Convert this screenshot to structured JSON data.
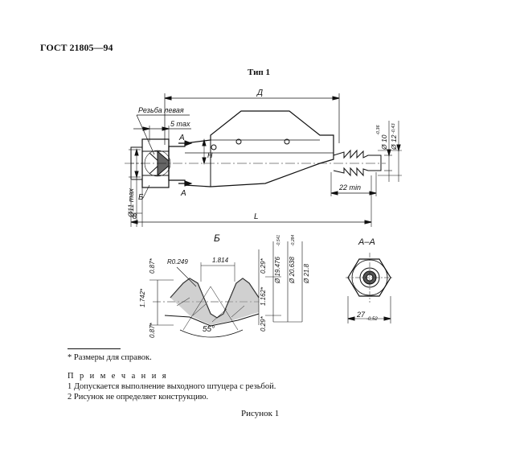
{
  "header": {
    "standard": "ГОСТ 21805—94"
  },
  "figure": {
    "type_label": "Тип 1",
    "caption": "Рисунок 1",
    "labels": {
      "D": "Д",
      "thread_left": "Резьба левая",
      "dim_5max": "5 max",
      "section_A_top": "A",
      "section_A_bottom": "A",
      "H": "H",
      "view_B": "Б",
      "d11max": "Ø11 max",
      "dim_8": "8",
      "L": "L",
      "dim_22min": "22 min",
      "d10": "Ø 10",
      "d10_tol": "-0,36",
      "d12": "Ø 12",
      "d12_tol": "-0,43",
      "detail_B_title": "Б",
      "section_AA_title": "A–A",
      "r0249": "R0.249",
      "p1814": "1.814",
      "d19476": "Ø 19.476",
      "d19476_tol": "-0,541",
      "d20638": "Ø 20.638",
      "d20638_tol": "-0,284",
      "d218": "Ø 21.8",
      "dim_0871_top": "0.87*",
      "dim_029_top": "0.29*",
      "dim_1742": "1.742*",
      "dim_1162": "1.162*",
      "dim_0871_bot": "0.87*",
      "dim_029_bot": "0.29*",
      "angle_55": "55°",
      "dim_27": "27",
      "dim_27_tol": "-0,52"
    }
  },
  "footnote": "* Размеры для справок.",
  "notes": {
    "title": "П р и м е ч а н и я",
    "items": [
      "1 Допускается выполнение выходного штуцера с резьбой.",
      "2 Рисунок не определяет конструкцию."
    ]
  }
}
